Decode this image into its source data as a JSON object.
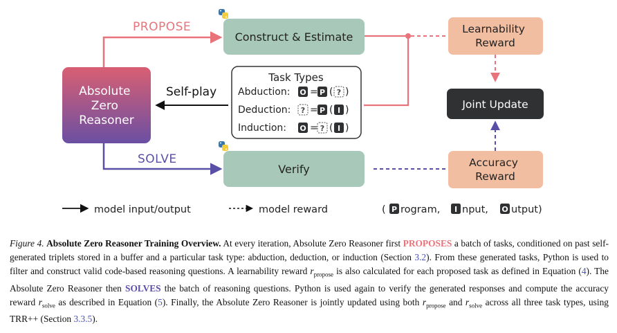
{
  "diagram": {
    "reasoner": {
      "line1": "Absolute",
      "line2": "Zero",
      "line3": "Reasoner"
    },
    "propose_label": "PROPOSE",
    "solve_label": "SOLVE",
    "selfplay_label": "Self-play",
    "construct_label": "Construct & Estimate",
    "verify_label": "Verify",
    "learnability": {
      "line1": "Learnability",
      "line2": "Reward"
    },
    "accuracy": {
      "line1": "Accuracy",
      "line2": "Reward"
    },
    "joint_update": "Joint Update",
    "task_types": {
      "title": "Task Types",
      "rows": [
        {
          "name": "Abduction:",
          "a": "O",
          "eq": "=",
          "b": "P",
          "c": "?"
        },
        {
          "name": "Deduction:",
          "a": "?",
          "eq": "=",
          "b": "P",
          "c": "I"
        },
        {
          "name": "Induction:",
          "a": "O",
          "eq": "=",
          "b": "?",
          "c": "I"
        }
      ]
    },
    "legend": {
      "solid": "model input/output",
      "dashed": "model reward",
      "program_letter": "P",
      "program_rest": "rogram,",
      "input_letter": "I",
      "input_rest": "nput,",
      "output_letter": "O",
      "output_rest": "utput)",
      "open_paren": "("
    },
    "colors": {
      "propose": "#e8737a",
      "solve": "#5a4fa6",
      "green_box": "#a8c9b9",
      "reward_box": "#f2bea1",
      "joint_box": "#2f3133",
      "reasoner_top": "#d95f73",
      "reasoner_bottom": "#6b4fa3"
    },
    "icons": {
      "python": "python-logo-icon"
    }
  },
  "caption": {
    "fig_label": "Figure 4.",
    "fig_title": "Absolute Zero Reasoner Training Overview.",
    "t1": " At every iteration, Absolute Zero Reasoner first ",
    "proposes": "PROPOSES",
    "t2": " a batch of tasks, conditioned on past self-generated triplets stored in a buffer and a particular task type: abduction, deduction, or induction (Section ",
    "ref1": "3.2",
    "t3": "). From these generated tasks, Python is used to filter and construct valid code-based reasoning questions. A learnability reward ",
    "r": "r",
    "sub_propose": "propose",
    "t4": " is also calculated for each proposed task as defined in Equation (",
    "ref2": "4",
    "t5": "). The Absolute Zero Reasoner then ",
    "solves": "SOLVES",
    "t6": " the batch of reasoning questions. Python is used again to verify the generated responses and compute the accuracy reward ",
    "sub_solve": "solve",
    "t7": " as described in Equation (",
    "ref3": "5",
    "t8": "). Finally, the Absolute Zero Reasoner is jointly updated using both ",
    "t9": " and ",
    "t10": " across all three task types, using TRR++ (Section ",
    "ref4": "3.3.5",
    "t11": ")."
  }
}
